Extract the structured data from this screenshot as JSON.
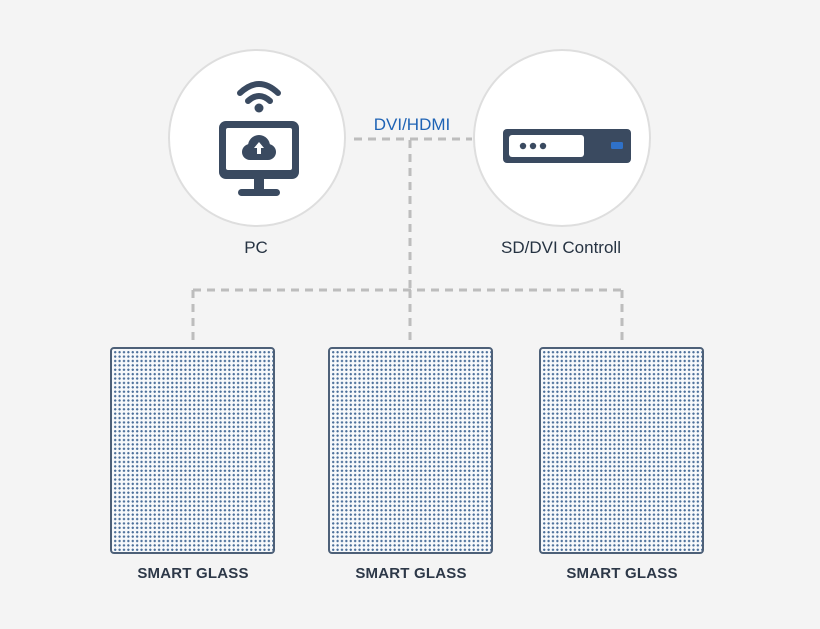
{
  "diagram": {
    "link_label": "DVI/HDMI",
    "nodes": {
      "pc": {
        "label": "PC"
      },
      "controller": {
        "label": "SD/DVI Controll"
      }
    },
    "glass_panels": [
      {
        "label": "SMART GLASS"
      },
      {
        "label": "SMART GLASS"
      },
      {
        "label": "SMART GLASS"
      }
    ]
  },
  "colors": {
    "background": "#f4f4f4",
    "node_circle": "#ffffff",
    "node_border": "#dedede",
    "icon_primary": "#3a4a60",
    "link_text": "#1f63b5",
    "dashed_line": "#bdbdbd",
    "glass_border": "#4d6078"
  },
  "icons": {
    "pc": "monitor-cloud-upload-wifi-icon",
    "controller": "sending-box-icon"
  }
}
